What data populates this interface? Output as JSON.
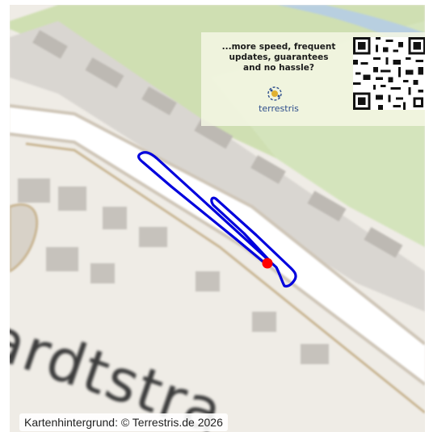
{
  "map": {
    "street_label": "ardtstra",
    "attribution": "Kartenhintergrund: © Terrestris.de 2026"
  },
  "ad": {
    "text": "...more speed, frequent\nupdates, guarantees\nand no hassle?",
    "brand": "terrestris",
    "logo_icon": "terrestris-globe-icon",
    "qr_icon": "qr-code-icon"
  },
  "track": {
    "color": "#0000dd",
    "marker_color": "#ff0000"
  }
}
